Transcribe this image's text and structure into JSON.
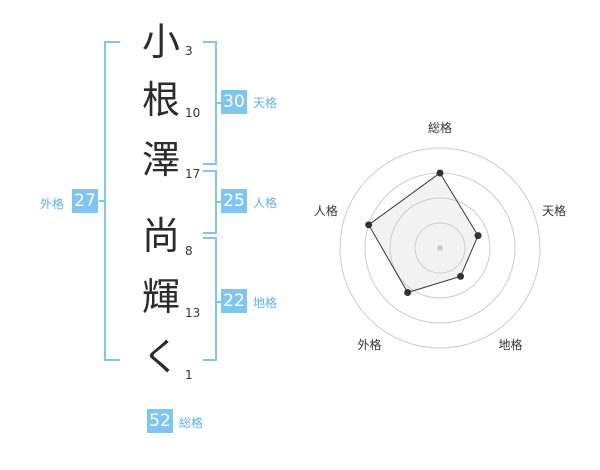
{
  "name_chars": [
    {
      "char": "小",
      "strokes": "3"
    },
    {
      "char": "根",
      "strokes": "10"
    },
    {
      "char": "澤",
      "strokes": "17"
    },
    {
      "char": "尚",
      "strokes": "8"
    },
    {
      "char": "輝",
      "strokes": "13"
    },
    {
      "char": "く",
      "strokes": "1"
    }
  ],
  "scores": {
    "tenkaku": {
      "label": "天格",
      "value": "30"
    },
    "jinkaku": {
      "label": "人格",
      "value": "25"
    },
    "chikaku": {
      "label": "地格",
      "value": "22"
    },
    "gaikaku": {
      "label": "外格",
      "value": "27"
    },
    "soukaku": {
      "label": "総格",
      "value": "52"
    }
  },
  "radar": {
    "axes": [
      "総格",
      "天格",
      "地格",
      "外格",
      "人格"
    ],
    "levels": [
      0.75,
      0.4,
      0.35,
      0.55,
      0.75
    ],
    "colors": {
      "grid": "#cccccc",
      "fill": "#f2f2f2",
      "line": "#333333",
      "center": "#cccccc"
    }
  }
}
